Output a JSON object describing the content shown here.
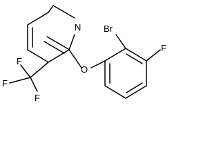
{
  "molecule": {
    "atoms": {
      "n": "N",
      "br": "Br",
      "f_ring": "F",
      "o": "O",
      "cf3_f_top": "F",
      "cf3_f_left": "F",
      "cf3_f_bottom": "F"
    },
    "colors": {
      "bond": "#000000",
      "label": "#000000",
      "background": "#ffffff"
    }
  }
}
